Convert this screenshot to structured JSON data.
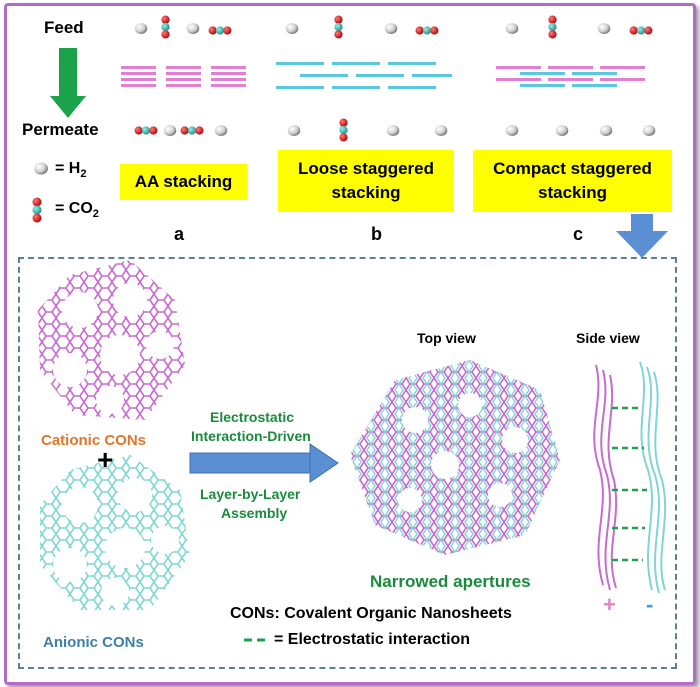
{
  "top": {
    "feed_label": "Feed",
    "permeate_label": "Permeate",
    "legend": {
      "h2_prefix": "= H",
      "h2_sub": "2",
      "co2_prefix": "= CO",
      "co2_sub": "2"
    },
    "panels": [
      {
        "box_label": "AA stacking",
        "letter": "a"
      },
      {
        "box_label_line1": "Loose staggered",
        "box_label_line2": "stacking",
        "letter": "b"
      },
      {
        "box_label_line1": "Compact staggered",
        "box_label_line2": "stacking",
        "letter": "c"
      }
    ]
  },
  "bottom": {
    "cationic_label": "Cationic CONs",
    "plus_sign": "+",
    "anionic_label": "Anionic CONs",
    "arrow_text_line1": "Electrostatic",
    "arrow_text_line2": "Interaction-Driven",
    "arrow_text_line3": "Layer-by-Layer",
    "arrow_text_line4": "Assembly",
    "top_view_label": "Top view",
    "side_view_label": "Side view",
    "narrowed_label": "Narrowed apertures",
    "side_plus": "+",
    "side_minus": "-",
    "legend_cons": "CONs: Covalent Organic Nanosheets",
    "legend_dash_text": "= Electrostatic interaction"
  },
  "colors": {
    "frame": "#b46bc8",
    "pink_layer": "#e27fcf",
    "cyan_layer": "#5cc8e0",
    "green_arrow": "#1aa34a",
    "blue_arrow": "#5b8fd4",
    "yellow_box": "#ffff00",
    "cationic_text": "#e0762a",
    "anionic_text": "#3d7fa8",
    "green_text": "#1a8a3c",
    "cationic_network": "#c76bd0",
    "anionic_network": "#7fd6d3"
  }
}
